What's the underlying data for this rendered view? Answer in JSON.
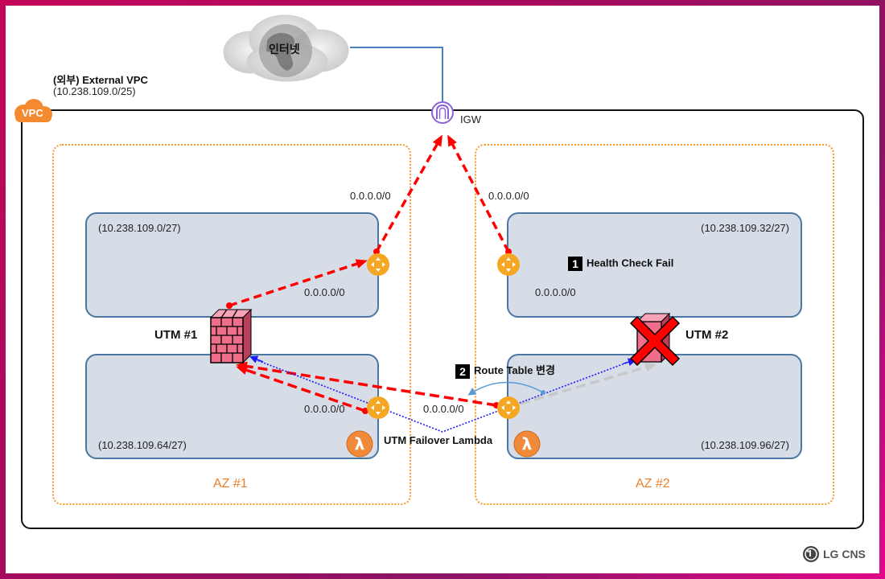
{
  "internet": {
    "label": "인터넷",
    "icon": "globe-cloud-icon"
  },
  "vpc": {
    "badge": "VPC",
    "title": "(외부) External VPC",
    "cidr": "(10.238.109.0/25)"
  },
  "igw": {
    "label": "IGW",
    "icon": "internet-gateway-icon"
  },
  "az1": {
    "label": "AZ #1",
    "subnet_public": {
      "cidr": "(10.238.109.0/27)"
    },
    "subnet_private": {
      "cidr": "(10.238.109.64/27)"
    },
    "utm_label": "UTM #1",
    "route_public_igw": "0.0.0.0/0",
    "route_public_utm": "0.0.0.0/0",
    "route_private": "0.0.0.0/0"
  },
  "az2": {
    "label": "AZ #2",
    "subnet_public": {
      "cidr": "(10.238.109.32/27)"
    },
    "subnet_private": {
      "cidr": "(10.238.109.96/27)"
    },
    "utm_label": "UTM #2",
    "route_public_igw": "0.0.0.0/0",
    "route_public_utm": "0.0.0.0/0",
    "route_private": "0.0.0.0/0"
  },
  "steps": [
    {
      "number": "1",
      "label": "Health Check Fail"
    },
    {
      "number": "2",
      "label": "Route Table 변경"
    }
  ],
  "lambda_label": "UTM Failover Lambda",
  "logo": {
    "text": "LG CNS"
  },
  "colors": {
    "route_active": "#ff0000",
    "route_inactive": "#c8c8c8",
    "lambda_control": "#1a1aff",
    "az_border": "#f39a2b",
    "subnet_fill": "#d6dde7",
    "subnet_border": "#4b76a3",
    "router": "#f5a623",
    "lambda": "#f08a3a",
    "igw": "#8b63d6"
  }
}
